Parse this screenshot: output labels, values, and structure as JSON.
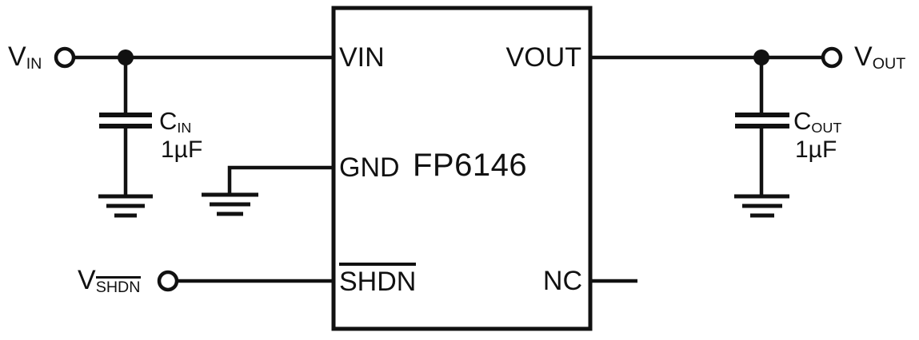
{
  "chip": {
    "part_number": "FP6146",
    "pins": {
      "vin": "VIN",
      "vout": "VOUT",
      "gnd": "GND",
      "shdn": "SHDN",
      "nc": "NC"
    }
  },
  "terminals": {
    "vin": {
      "main": "V",
      "sub": "IN"
    },
    "vout": {
      "main": "V",
      "sub": "OUT"
    },
    "vshdn": {
      "main": "V",
      "sub": "SHDN"
    }
  },
  "components": {
    "cin": {
      "ref_main": "C",
      "ref_sub": "IN",
      "value": "1µF"
    },
    "cout": {
      "ref_main": "C",
      "ref_sub": "OUT",
      "value": "1µF"
    }
  },
  "colors": {
    "line": "#111111",
    "background": "#ffffff"
  }
}
